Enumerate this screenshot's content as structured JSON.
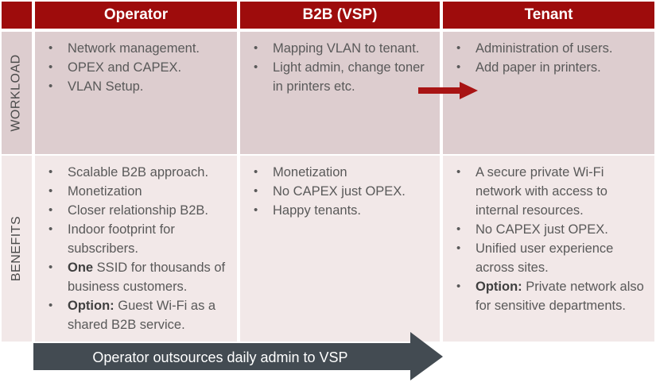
{
  "table": {
    "header": {
      "corner_label": "",
      "columns": [
        {
          "label": "Operator"
        },
        {
          "label": "B2B (VSP)"
        },
        {
          "label": "Tenant"
        }
      ]
    },
    "rows": [
      {
        "side_label": "WORKLOAD",
        "cells": [
          {
            "column": "Operator",
            "bullets": [
              {
                "text": "Network management."
              },
              {
                "text": "OPEX and CAPEX."
              },
              {
                "text": "VLAN Setup."
              }
            ]
          },
          {
            "column": "B2B (VSP)",
            "bullets": [
              {
                "text": "Mapping VLAN to tenant."
              },
              {
                "text": "Light admin, change toner in printers etc."
              }
            ]
          },
          {
            "column": "Tenant",
            "bullets": [
              {
                "text": "Administration of users."
              },
              {
                "text": "Add paper in printers."
              }
            ]
          }
        ]
      },
      {
        "side_label": "BENEFITS",
        "cells": [
          {
            "column": "Operator",
            "bullets": [
              {
                "text": "Scalable B2B approach."
              },
              {
                "text": "Monetization"
              },
              {
                "text": "Closer relationship B2B."
              },
              {
                "text": "Indoor footprint for subscribers."
              },
              {
                "bold": "One",
                "text": " SSID for thousands of business customers."
              },
              {
                "bold": "Option:",
                "text": " Guest Wi-Fi as a shared B2B service."
              }
            ]
          },
          {
            "column": "B2B (VSP)",
            "bullets": [
              {
                "text": "Monetization"
              },
              {
                "text": "No CAPEX just OPEX."
              },
              {
                "text": "Happy tenants."
              }
            ]
          },
          {
            "column": "Tenant",
            "bullets": [
              {
                "text": "A secure private Wi-Fi network with access to internal resources."
              },
              {
                "text": "No CAPEX just OPEX."
              },
              {
                "text": "Unified user experience across sites."
              },
              {
                "bold": "Option:",
                "text": " Private network also for sensitive departments."
              }
            ]
          }
        ]
      }
    ]
  },
  "annotations": {
    "handoff_arrow": {
      "name": "red-right-arrow",
      "color": "#a81414",
      "from_column": "B2B (VSP)",
      "to_column": "Tenant"
    },
    "banner": {
      "text": "Operator outsources daily admin to VSP",
      "color": "#434b52",
      "text_color": "#ffffff",
      "direction": "right"
    }
  },
  "colors": {
    "header_red": "#9e0c0c",
    "workload_bg": "#ddcdcf",
    "benefits_bg": "#f2e8e8",
    "body_text": "#595959",
    "banner_slate": "#434b52",
    "arrow_red": "#a81414",
    "page_bg": "#ffffff"
  }
}
